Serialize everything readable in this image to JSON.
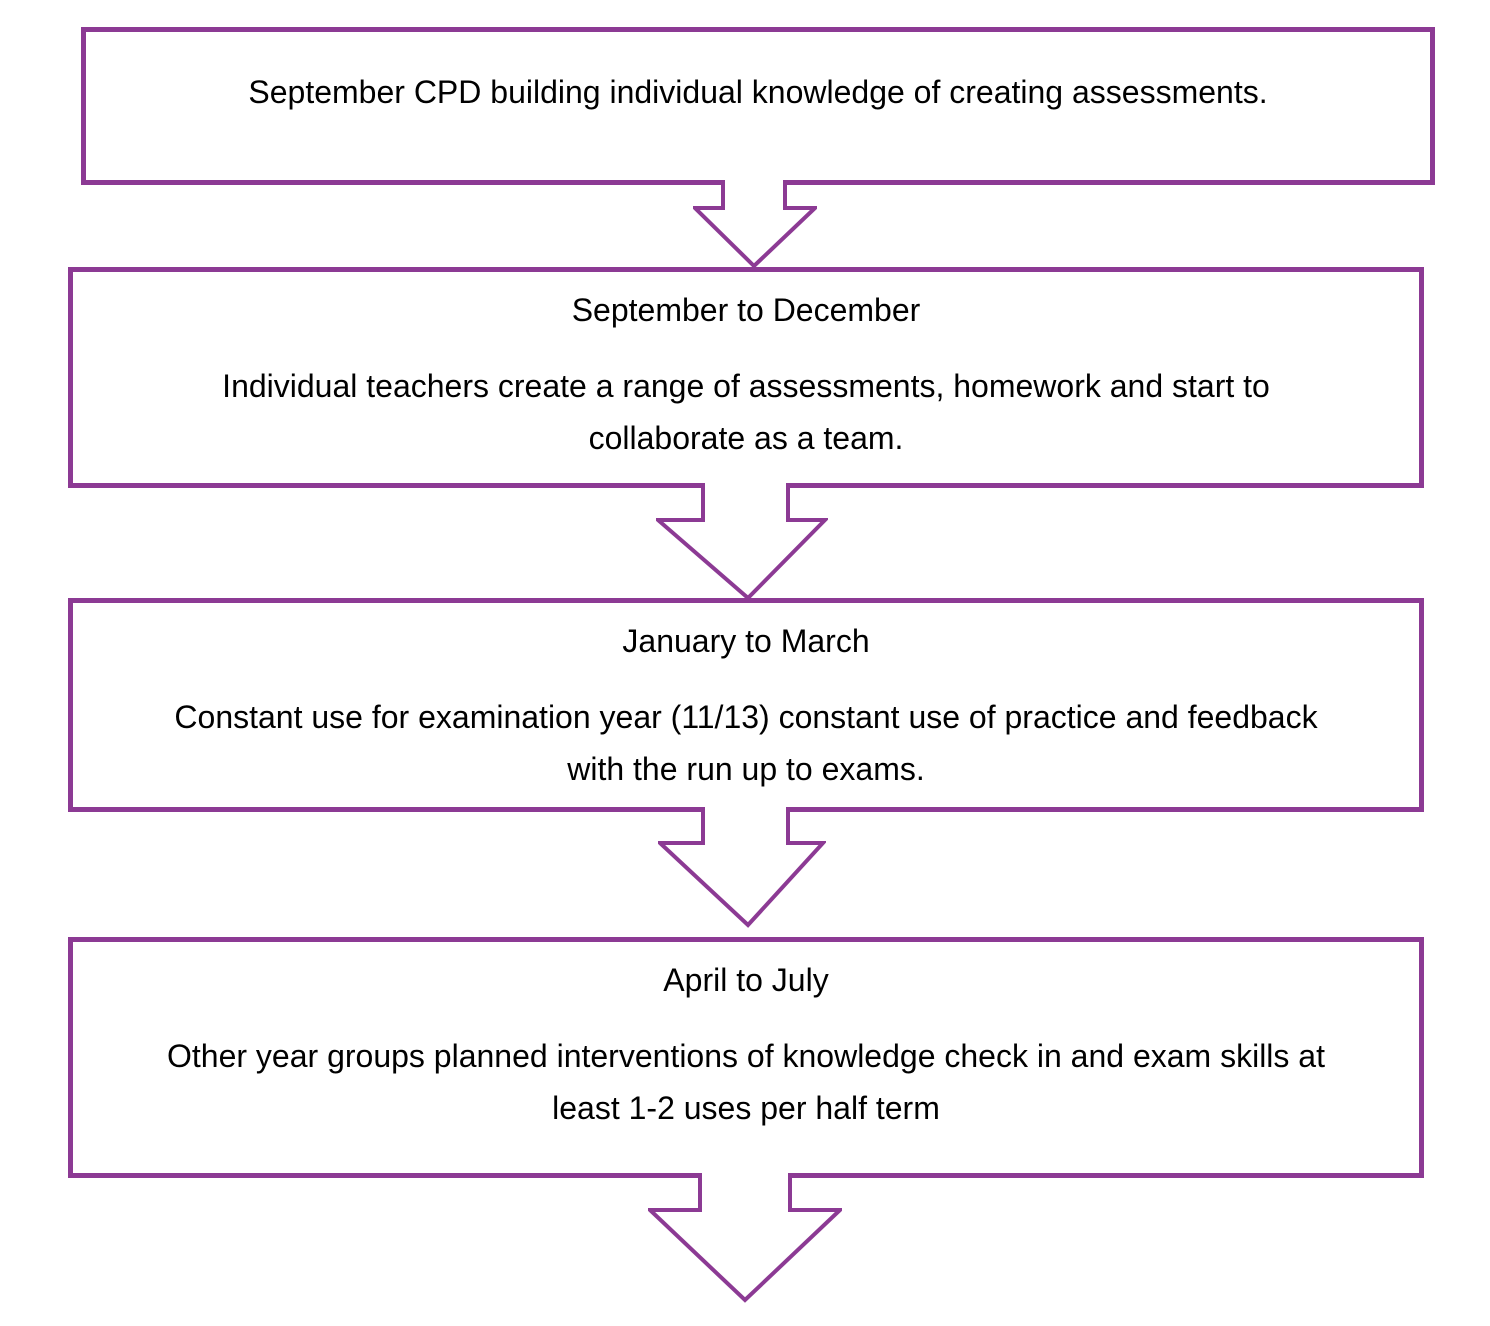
{
  "colors": {
    "accent": "#8C3A94",
    "text": "#000000",
    "background": "#FFFFFF"
  },
  "diagram": {
    "type": "flowchart",
    "direction": "top-down",
    "connector": "down-block-arrow",
    "steps": [
      {
        "title": "",
        "lines": [
          "September CPD building individual knowledge of creating assessments."
        ]
      },
      {
        "title": "September to December",
        "lines": [
          "Individual teachers create a range of assessments, homework and start to",
          "collaborate as a team."
        ]
      },
      {
        "title": "January to March",
        "lines": [
          "Constant use for examination year (11/13) constant use of practice and feedback",
          "with the run up to exams."
        ]
      },
      {
        "title": "April to July",
        "lines": [
          "Other year groups planned interventions of knowledge check in and exam skills at",
          "least 1-2 uses per half term"
        ]
      }
    ]
  }
}
